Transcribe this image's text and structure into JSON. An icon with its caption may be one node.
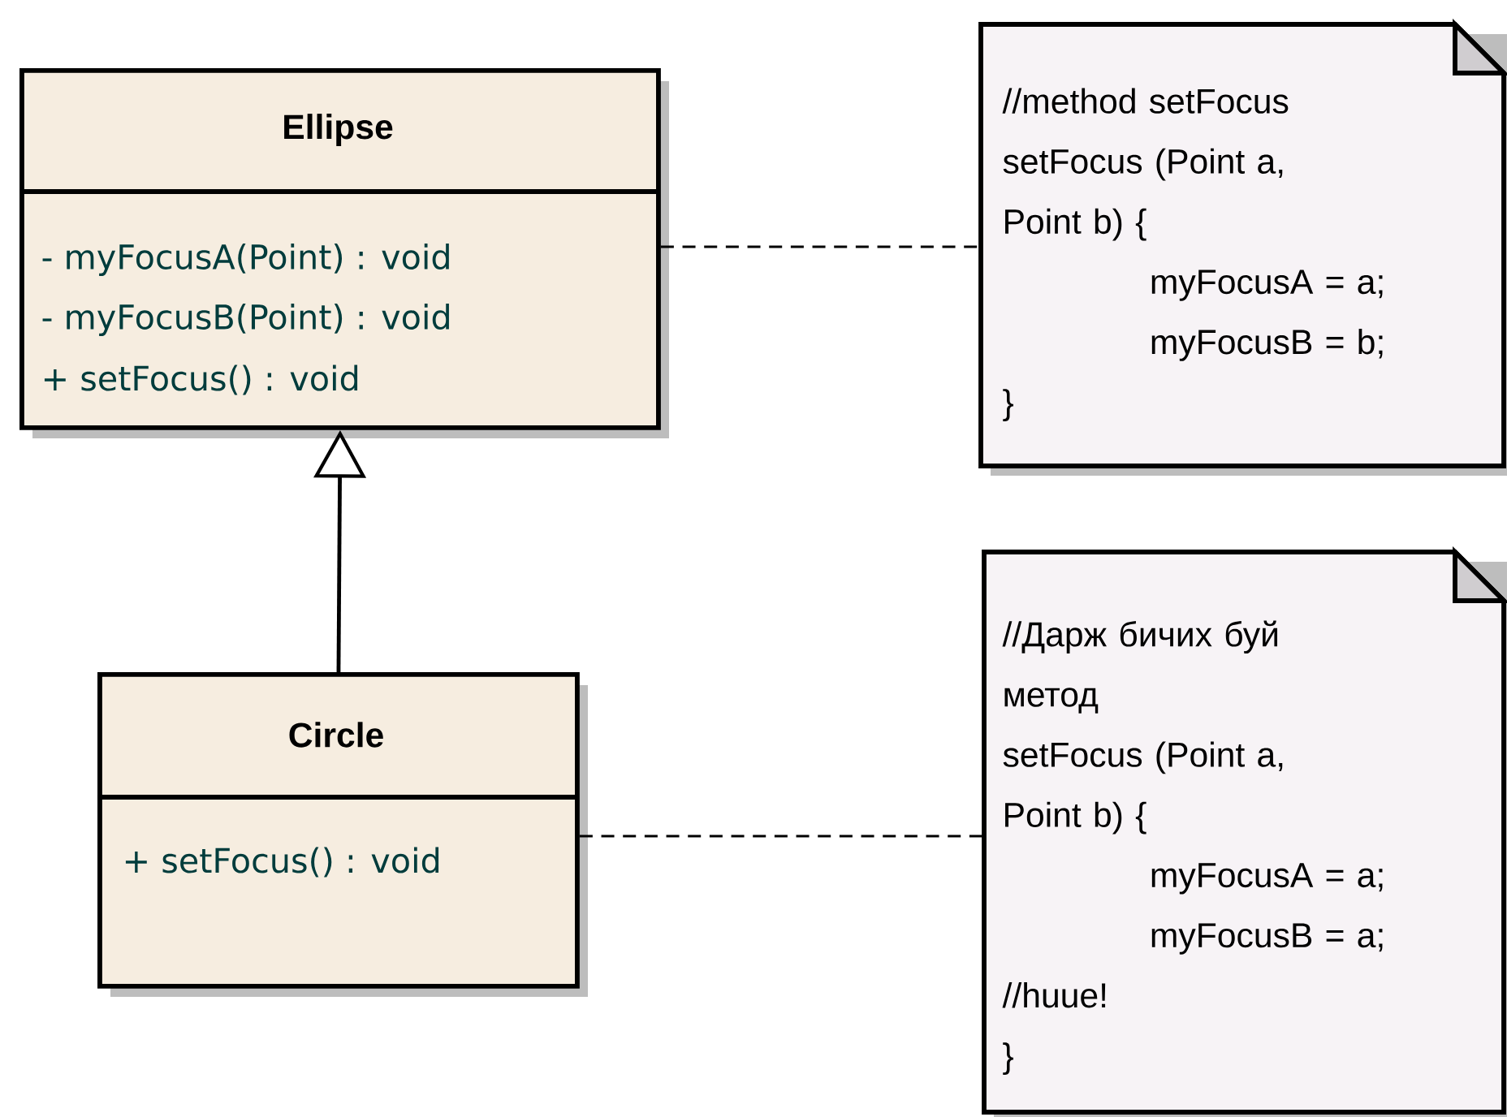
{
  "diagram": {
    "nodes": [
      {
        "text": [
          "Ellipse",
          "- myFocusA(Point) : void",
          "- myFocusB(Point) : void",
          "+ setFocus() : void"
        ]
      },
      {
        "text": [
          "Circle",
          "+ setFocus() : void"
        ]
      },
      {
        "text": [
          "//method setFocus",
          "setFocus (Point a, Point b) {",
          "myFocusA = a;",
          "myFocusB = b;",
          "}"
        ]
      },
      {
        "text": [
          "//Дарж бичих буй метод",
          "setFocus (Point a, Point b) {",
          "myFocusA = a;",
          "myFocusB = a;",
          "//huue!",
          "}"
        ]
      }
    ],
    "edges": [
      {
        "from": 1,
        "to": 0,
        "arrow": "to"
      },
      {
        "from": 0,
        "to": 2,
        "arrow": "none",
        "style": "dashed"
      },
      {
        "from": 1,
        "to": 3,
        "arrow": "none",
        "style": "dashed"
      }
    ]
  }
}
